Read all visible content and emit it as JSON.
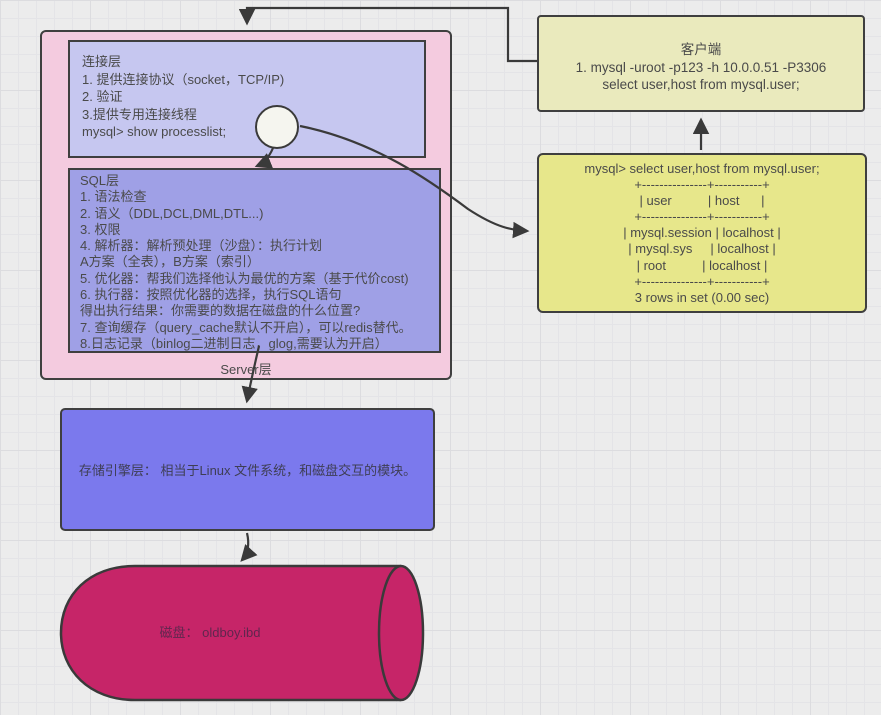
{
  "diagram_title": "MySQL server architecture diagram",
  "palette": {
    "canvas_bg": "#ececec",
    "server_frame": "#f4cbdf",
    "connection_layer_fill": "#c6c7f0",
    "sql_layer_fill": "#9fa0e6",
    "storage_layer_fill": "#7b79ed",
    "client_box_fill": "#eaeabd",
    "result_box_fill": "#e7e78b",
    "disk_fill": "#c62568",
    "stroke": "#3a3a3a"
  },
  "server_layer": {
    "label": "Server层",
    "connection_layer": {
      "lines": [
        "连接层",
        "1. 提供连接协议（socket，TCP/IP)",
        "2. 验证",
        "3.提供专用连接线程",
        "mysql> show processlist;"
      ]
    },
    "sql_layer": {
      "lines": [
        "SQL层",
        "1. 语法检查",
        "2. 语义（DDL,DCL,DML,DTL...)",
        "3. 权限",
        "4. 解析器：解析预处理（沙盘）：执行计划",
        "A方案（全表），B方案（索引）",
        "5. 优化器：帮我们选择他认为最优的方案（基于代价cost)",
        "6. 执行器：按照优化器的选择，执行SQL语句",
        "得出执行结果：你需要的数据在磁盘的什么位置?",
        "7. 查询缓存（query_cache默认不开启），可以redis替代。",
        "8.日志记录（binlog二进制日志，glog,需要认为开启）"
      ]
    }
  },
  "client_box": {
    "lines": [
      "客户端",
      "1. mysql -uroot -p123 -h 10.0.0.51 -P3306",
      "select user,host from mysql.user;"
    ]
  },
  "result_box": {
    "lines": [
      "mysql> select user,host from mysql.user;",
      "+---------------+-----------+",
      "| user          | host      |",
      "+---------------+-----------+",
      "| mysql.session | localhost |",
      "| mysql.sys     | localhost |",
      "| root          | localhost |",
      "+---------------+-----------+",
      "3 rows in set (0.00 sec)"
    ]
  },
  "storage_layer": {
    "label": "存储引擎层： 相当于Linux 文件系统，和磁盘交互的模块。"
  },
  "disk": {
    "label": "磁盘： oldboy.ibd"
  }
}
